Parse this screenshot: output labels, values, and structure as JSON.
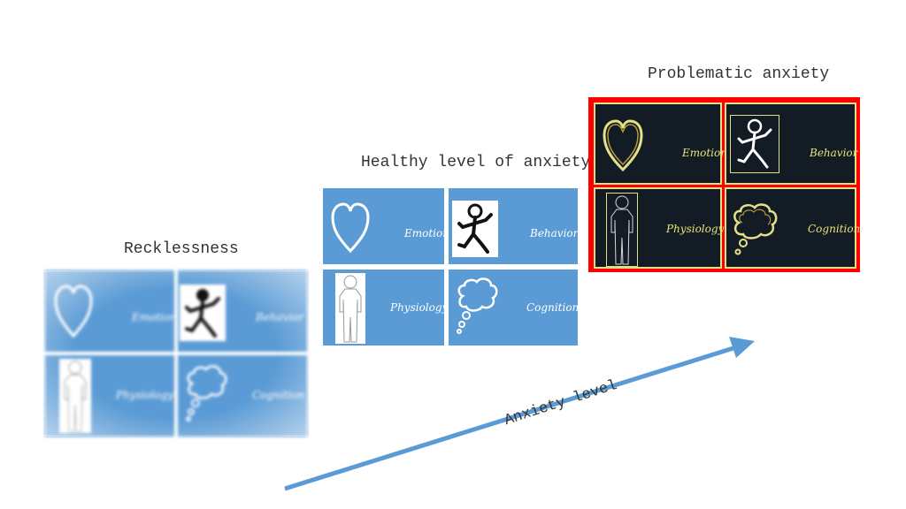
{
  "panels": {
    "recklessness": {
      "title": "Recklessness"
    },
    "healthy": {
      "title": "Healthy level of anxiety"
    },
    "problematic": {
      "title": "Problematic anxiety"
    }
  },
  "quadrant_labels": {
    "emotion": "Emotion",
    "behavior": "Behavior",
    "physiology": "Physiology",
    "cognition": "Cognition"
  },
  "axis": {
    "label": "Anxiety level"
  },
  "icons": [
    "heart-icon",
    "running-figure-icon",
    "body-outline-icon",
    "thought-bubble-icon"
  ],
  "colors": {
    "panel_blue": "#5b9bd5",
    "dark_panel": "#131c24",
    "yellow_outline": "#e3e08a",
    "highlight_red": "#ff0000",
    "arrow_blue": "#5b9bd5"
  }
}
